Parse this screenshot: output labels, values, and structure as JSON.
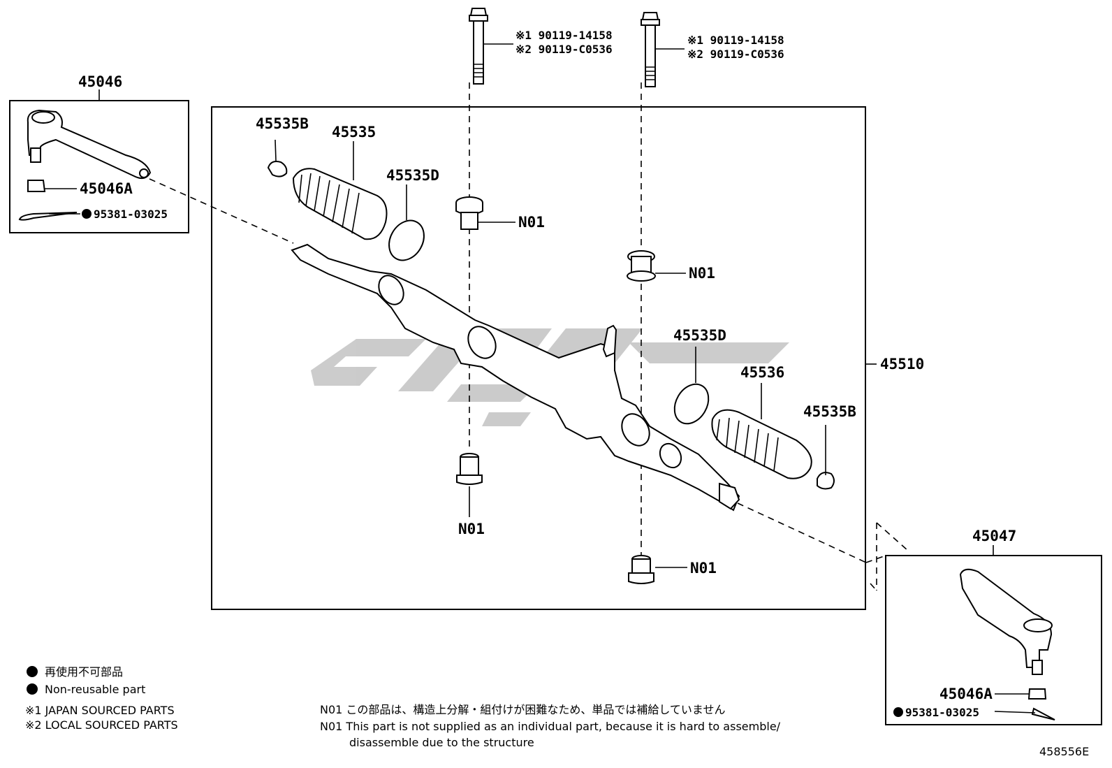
{
  "labels": {
    "tie_rod_left": "45046",
    "tie_rod_right": "45047",
    "nut_left": "45046A",
    "nut_right": "45046A",
    "pin_left": "95381-03025",
    "pin_right": "95381-03025",
    "clamp_b_left": "45535B",
    "clamp_b_right": "45535B",
    "boot_left": "45535",
    "boot_right": "45536",
    "clip_d_left": "45535D",
    "clip_d_right": "45535D",
    "rack_assy": "45510",
    "bushing_1": "N01",
    "bushing_2": "N01",
    "bushing_3": "N01",
    "bushing_4": "N01"
  },
  "bolts": [
    {
      "line1": "※1 90119-14158",
      "line2": "※2 90119-C0536"
    },
    {
      "line1": "※1 90119-14158",
      "line2": "※2 90119-C0536"
    }
  ],
  "legend": {
    "nonreusable_jp": "再使用不可部品",
    "nonreusable_en": "Non-reusable part",
    "note1": "※1 JAPAN SOURCED PARTS",
    "note2": "※2 LOCAL SOURCED PARTS"
  },
  "footnote": {
    "jp": "N01 この部品は、構造上分解・組付けが困難なため、単品では補給していません",
    "en1": "N01 This part is not supplied as an individual part, because it is hard to assemble/",
    "en2": "disassemble due to the structure"
  },
  "diagram_id": "458556E",
  "colors": {
    "line": "#000000",
    "watermark": "#c8c8c8"
  }
}
